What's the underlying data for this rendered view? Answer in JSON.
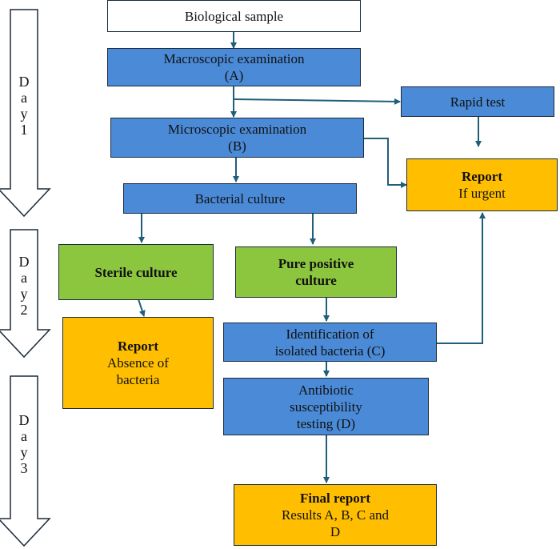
{
  "colors": {
    "white_box": "#ffffff",
    "blue_box": "#4a8ad6",
    "green_box": "#8cc63f",
    "orange_box": "#ffbf00",
    "arrow": "#1f5f7a",
    "border": "#1b2a3a"
  },
  "days": [
    {
      "chars": [
        "D",
        "a",
        "y",
        "1"
      ]
    },
    {
      "chars": [
        "D",
        "a",
        "y",
        "2"
      ]
    },
    {
      "chars": [
        "D",
        "a",
        "y",
        "3"
      ]
    }
  ],
  "nodes": {
    "biological_sample": {
      "lines": [
        "Biological sample"
      ]
    },
    "macroscopic": {
      "lines": [
        "Macroscopic examination",
        "(A)"
      ]
    },
    "rapid_test": {
      "lines": [
        "Rapid test"
      ]
    },
    "microscopic": {
      "lines": [
        "Microscopic examination",
        "(B)"
      ]
    },
    "report_urgent": {
      "title": "Report",
      "lines": [
        "If urgent"
      ]
    },
    "bacterial_culture": {
      "lines": [
        "Bacterial culture"
      ]
    },
    "sterile_culture": {
      "title": "Sterile culture"
    },
    "pure_positive": {
      "title_lines": [
        "Pure positive",
        "culture"
      ]
    },
    "report_absence": {
      "title": "Report",
      "lines": [
        "Absence of",
        "bacteria"
      ]
    },
    "identification": {
      "lines": [
        "Identification of",
        "isolated bacteria (C)"
      ]
    },
    "antibiotic": {
      "lines": [
        "Antibiotic",
        "susceptibility",
        "testing (D)"
      ]
    },
    "final_report": {
      "title": "Final report",
      "lines": [
        "Results A, B, C and",
        "D"
      ]
    }
  }
}
